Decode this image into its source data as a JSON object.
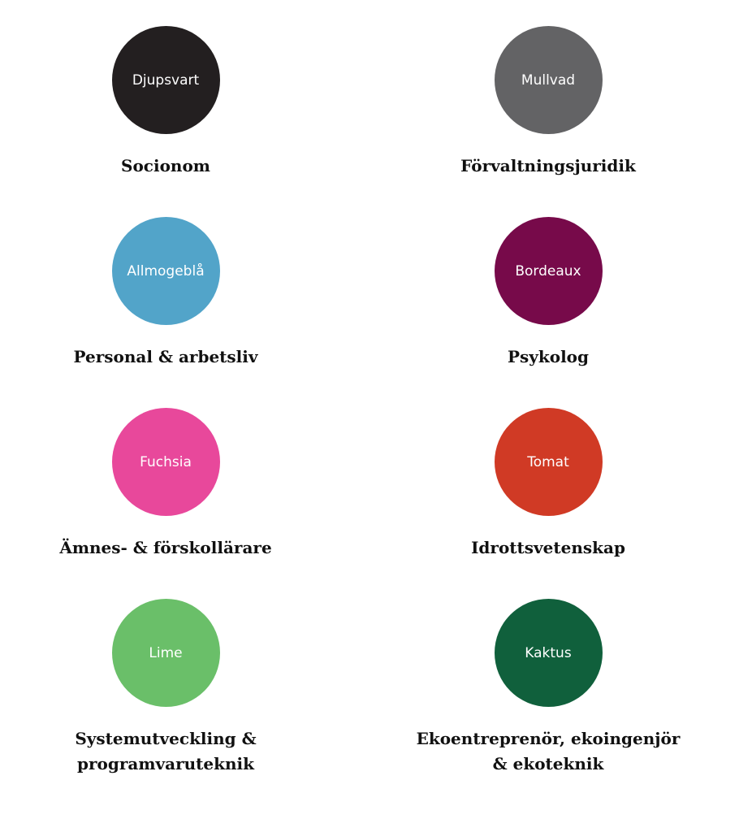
{
  "items": [
    {
      "color_name": "Djupsvart",
      "color": "#231f20",
      "program": "Socionom"
    },
    {
      "color_name": "Mullvad",
      "color": "#636365",
      "program": "Förvaltningsjuridik"
    },
    {
      "color_name": "Allmogeblå",
      "color": "#52a4c9",
      "program": "Personal & arbetsliv"
    },
    {
      "color_name": "Bordeaux",
      "color": "#770a4a",
      "program": "Psykolog"
    },
    {
      "color_name": "Fuchsia",
      "color": "#e8489b",
      "program": "Ämnes- & förskollärare"
    },
    {
      "color_name": "Tomat",
      "color": "#d03a25",
      "program": "Idrottsvetenskap"
    },
    {
      "color_name": "Lime",
      "color": "#6abf69",
      "program": "Systemutveckling &\nprogramvaruteknik"
    },
    {
      "color_name": "Kaktus",
      "color": "#10603c",
      "program": "Ekoentreprenör, ekoingenjör\n& ekoteknik"
    }
  ]
}
